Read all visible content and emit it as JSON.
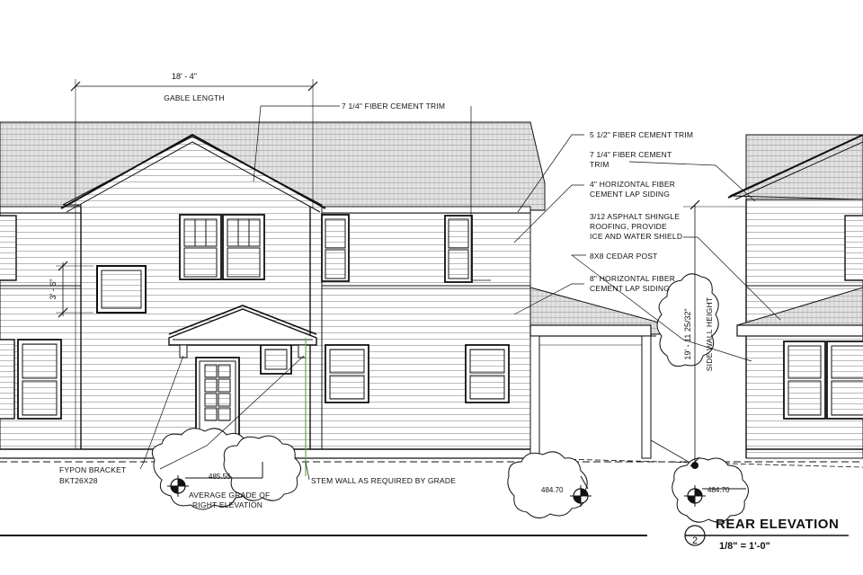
{
  "dimensions": {
    "gable_length_value": "18' - 4\"",
    "gable_length_label": "GABLE LENGTH",
    "window_height": "3' - 6\"",
    "side_wall_height_value": "19' - 11 25/32\"",
    "side_wall_height_label": "SIDE WALL HEIGHT"
  },
  "notes": {
    "trim_7_1_4_top": "7 1/4\" FIBER CEMENT TRIM",
    "trim_5_1_2": "5 1/2\" FIBER CEMENT TRIM",
    "trim_7_1_4_line1": "7 1/4\" FIBER CEMENT",
    "trim_7_1_4_line2": "TRIM",
    "siding_4_line1": "4\" HORIZONTAL FIBER",
    "siding_4_line2": "CEMENT LAP SIDING",
    "roof_line1": "3/12 ASPHALT SHINGLE",
    "roof_line2": "ROOFING, PROVIDE",
    "roof_line3": "ICE AND WATER SHIELD",
    "post": "8X8 CEDAR POST",
    "siding_8_line1": "8\" HORIZONTAL FIBER",
    "siding_8_line2": "CEMENT LAP SIDING",
    "bracket_line1": "FYPON BRACKET",
    "bracket_line2": "BKT26X28",
    "stem_wall": "STEM WALL AS REQUIRED BY GRADE"
  },
  "grades": {
    "grade_left": "485.55",
    "grade_left_label_line1": "AVERAGE GRADE OF",
    "grade_left_label_line2": "RIGHT ELEVATION",
    "grade_mid": "484.70",
    "grade_right": "484.70"
  },
  "title": {
    "number": "2",
    "name": "REAR ELEVATION",
    "scale": "1/8\" = 1'-0\""
  }
}
